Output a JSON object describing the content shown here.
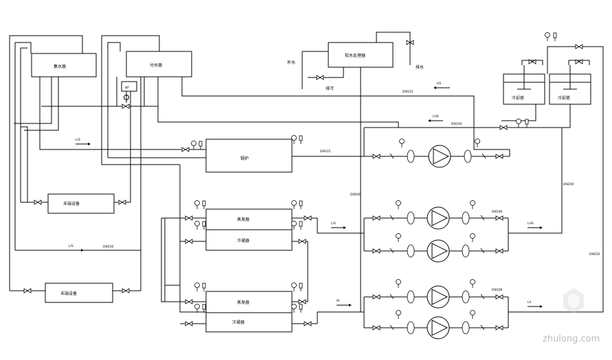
{
  "labels": {
    "collector": "集水器",
    "distributor": "分水器",
    "dp": "ΔP",
    "boiler": "锅炉",
    "terminal_1": "末端设备",
    "terminal_2": "末端设备",
    "evaporator_1": "蒸发器",
    "condenser_1": "冷凝器",
    "evaporator_2": "蒸发器",
    "condenser_2": "冷凝器",
    "softener": "软水处理器",
    "tank_1": "冷却塔",
    "tank_2": "冷却塔",
    "makeup_water": "补水",
    "drain": "排污",
    "drain_2": "排水",
    "dn125": "DN125",
    "dn150": "DN150",
    "dn200": "DN200",
    "dn100": "DN100",
    "dn_side": "DN200",
    "dn_right": "DN250",
    "dn_mid": "DN125",
    "dn_mid2": "DN150",
    "dn100_2": "DN100",
    "flow_lr": "L/S",
    "flow_lr2": "L/S",
    "flow_lr3": "L/S",
    "flow_hs": "HS",
    "flow_m": "M",
    "flow_lhs": "LHS",
    "flow_lhs2": "LHS",
    "flow_ls": "LS",
    "watermark": "zhulong.com"
  }
}
